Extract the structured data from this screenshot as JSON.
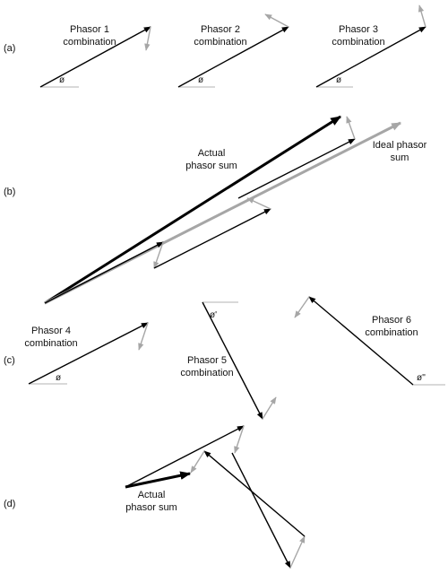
{
  "panels": {
    "a": "(a)",
    "b": "(b)",
    "c": "(c)",
    "d": "(d)"
  },
  "panel_a": {
    "phasor1": [
      "Phasor 1",
      "combination"
    ],
    "phasor2": [
      "Phasor 2",
      "combination"
    ],
    "phasor3": [
      "Phasor 3",
      "combination"
    ],
    "angle": "ø"
  },
  "panel_b": {
    "actual_sum": [
      "Actual",
      "phasor sum"
    ],
    "ideal_sum": [
      "Ideal phasor",
      "sum"
    ]
  },
  "panel_c": {
    "phasor4": [
      "Phasor 4",
      "combination"
    ],
    "phasor5": [
      "Phasor 5",
      "combination"
    ],
    "phasor6": [
      "Phasor 6",
      "combination"
    ],
    "angle4": "ø",
    "angle5": "ø'",
    "angle6": "ø''"
  },
  "panel_d": {
    "actual_sum": [
      "Actual",
      "phasor sum"
    ]
  },
  "colors": {
    "black": "#000000",
    "gray": "#a6a6a6",
    "baseline": "#b3b3b3"
  }
}
